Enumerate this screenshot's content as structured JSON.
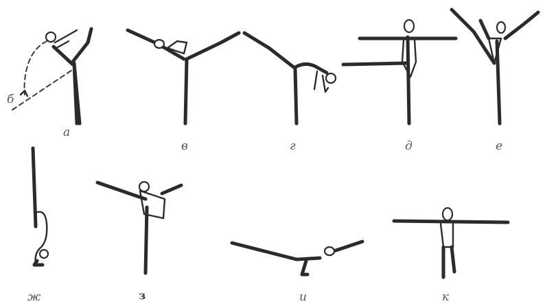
{
  "figures": [
    {
      "id": "a",
      "label": "а"
    },
    {
      "id": "b",
      "label": "б"
    },
    {
      "id": "v",
      "label": "в"
    },
    {
      "id": "g",
      "label": "г"
    },
    {
      "id": "d",
      "label": "д"
    },
    {
      "id": "e",
      "label": "е"
    },
    {
      "id": "zh",
      "label": "ж"
    },
    {
      "id": "z",
      "label": "з"
    },
    {
      "id": "i",
      "label": "и"
    },
    {
      "id": "k",
      "label": "к"
    }
  ]
}
